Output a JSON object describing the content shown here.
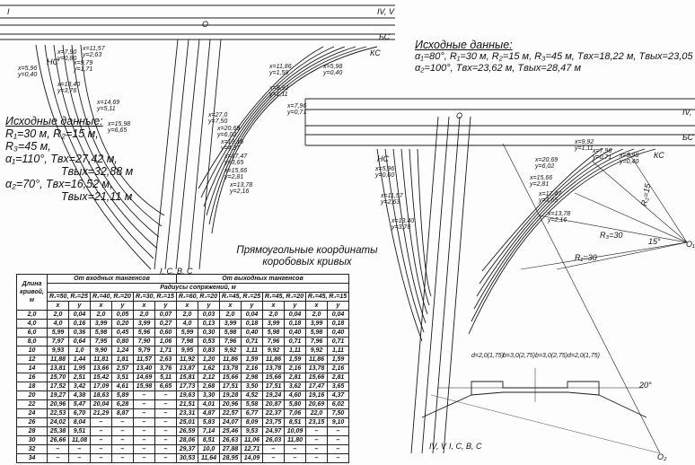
{
  "notes_left": {
    "heading": "Исходные данные:",
    "lines": [
      "R₁=30 м, R₂=15 м,",
      "R₃=45 м,",
      "α₁=110°, Tвх=27,42 м,",
      "Tвых=32,88 м",
      "α₂=70°, Tвх=16,52 м,",
      "Tвых=21,11 м"
    ]
  },
  "notes_right": {
    "heading": "Исходные данные:",
    "lines": [
      "α₁=80°, R₁=30 м, R₂=15 м, R₃=45 м, Tвх=18,22 м, Tвых=23,05 м",
      "α₂=100°, Tвх=23,62 м, Tвых=28,47 м"
    ]
  },
  "table_title": [
    "Прямоугольные координаты",
    "коробовых кривых"
  ],
  "table": {
    "first_col_header": "Длина кривой, м",
    "group_in": "От входных тангенсов",
    "group_out": "От выходных тангенсов",
    "radii_header": "Радиусы сопряжений, м",
    "radii": [
      "R₁=50, R₂=25",
      "R₁=40, R₂=20",
      "R₁=30, R₂=15",
      "R₃=60, R₄=20",
      "R₃=45, R₄=25",
      "R₃=45, R₄=20",
      "R₃=45, R₄=15"
    ],
    "xy": [
      "x",
      "y"
    ],
    "rows": [
      [
        "2,0",
        "2,0",
        "0,04",
        "2,0",
        "0,05",
        "2,0",
        "0,07",
        "2,0",
        "0,03",
        "2,0",
        "0,04",
        "2,0",
        "0,04",
        "2,0",
        "0,04"
      ],
      [
        "4,0",
        "4,0",
        "0,16",
        "3,99",
        "0,20",
        "3,99",
        "0,27",
        "4,0",
        "0,13",
        "3,99",
        "0,18",
        "3,99",
        "0,18",
        "3,99",
        "0,18"
      ],
      [
        "6,0",
        "5,99",
        "0,36",
        "5,98",
        "0,45",
        "5,96",
        "0,60",
        "5,99",
        "0,30",
        "5,98",
        "0,40",
        "5,98",
        "0,40",
        "5,98",
        "0,40"
      ],
      [
        "8,0",
        "7,97",
        "0,64",
        "7,95",
        "0,80",
        "7,90",
        "1,06",
        "7,98",
        "0,53",
        "7,96",
        "0,71",
        "7,96",
        "0,71",
        "7,96",
        "0,71"
      ],
      [
        "10",
        "9,93",
        "1,0",
        "9,90",
        "1,24",
        "9,79",
        "1,71",
        "9,95",
        "0,83",
        "9,92",
        "1,11",
        "9,92",
        "1,11",
        "9,92",
        "1,11"
      ],
      [
        "12",
        "11,88",
        "1,44",
        "11,81",
        "1,81",
        "11,57",
        "2,63",
        "11,92",
        "1,20",
        "11,86",
        "1,59",
        "11,86",
        "1,59",
        "11,86",
        "1,59"
      ],
      [
        "14",
        "13,81",
        "1,95",
        "13,66",
        "2,57",
        "13,40",
        "3,76",
        "13,87",
        "1,62",
        "13,78",
        "2,16",
        "13,78",
        "2,16",
        "13,78",
        "2,16"
      ],
      [
        "16",
        "15,70",
        "2,51",
        "15,42",
        "3,51",
        "14,69",
        "5,11",
        "15,81",
        "2,12",
        "15,66",
        "2,98",
        "15,66",
        "2,81",
        "15,66",
        "2,81"
      ],
      [
        "18",
        "17,52",
        "3,42",
        "17,09",
        "4,61",
        "15,98",
        "6,65",
        "17,73",
        "2,68",
        "17,51",
        "3,50",
        "17,51",
        "3,62",
        "17,47",
        "3,65"
      ],
      [
        "20",
        "19,27",
        "4,38",
        "18,63",
        "5,89",
        "–",
        "–",
        "19,63",
        "3,30",
        "19,28",
        "4,52",
        "19,24",
        "4,60",
        "19,16",
        "4,37"
      ],
      [
        "22",
        "20,96",
        "5,47",
        "20,04",
        "6,28",
        "–",
        "–",
        "21,51",
        "4,01",
        "20,96",
        "5,58",
        "20,87",
        "5,80",
        "20,69",
        "6,02"
      ],
      [
        "24",
        "22,53",
        "6,70",
        "21,29",
        "8,87",
        "–",
        "–",
        "23,31",
        "4,87",
        "22,57",
        "6,77",
        "22,37",
        "7,06",
        "22,0",
        "7,50"
      ],
      [
        "26",
        "24,02",
        "8,04",
        "–",
        "–",
        "–",
        "–",
        "25,01",
        "5,83",
        "24,07",
        "8,09",
        "23,75",
        "8,51",
        "23,15",
        "9,10"
      ],
      [
        "28",
        "25,38",
        "9,51",
        "–",
        "–",
        "–",
        "–",
        "26,59",
        "7,14",
        "25,46",
        "9,53",
        "24,97",
        "10,09",
        "–",
        "–"
      ],
      [
        "30",
        "26,66",
        "11,08",
        "–",
        "–",
        "–",
        "–",
        "28,06",
        "8,51",
        "26,63",
        "11,06",
        "26,03",
        "11,80",
        "–",
        "–"
      ],
      [
        "32",
        "–",
        "–",
        "–",
        "–",
        "–",
        "–",
        "29,37",
        "10,0",
        "27,88",
        "12,71",
        "–",
        "–",
        "–",
        "–"
      ],
      [
        "34",
        "–",
        "–",
        "–",
        "–",
        "–",
        "–",
        "30,53",
        "11,64",
        "28,95",
        "14,09",
        "–",
        "–",
        "–",
        "–"
      ]
    ]
  },
  "labels": {
    "left_top_road": "IV, V",
    "left_bc": "БС",
    "left_kc_right": "КС",
    "left_nc": "НС",
    "left_bottom_road": "I, C, B, C",
    "right_road": "IV, V",
    "right_bc": "БС",
    "right_kc": "КС",
    "right_nc": "НС",
    "right_bottom_road": "IV, V",
    "right_bottom_road2": "I, C, B, C",
    "o": "O",
    "o1": "O₁",
    "o2": "O₂",
    "r3": "R₃=30",
    "r1": "R₁=30",
    "r2": "R₂=15",
    "angle15": "15°",
    "angle20": "20°",
    "road_one": "I"
  },
  "profile_labels": [
    "d=2,0(1,75)",
    "b=3,0(2,75)",
    "b=3,0(2,75)",
    "d=2,0(1,75)"
  ],
  "curve_coords_left": [
    "x=5,96 y=0,40",
    "x=7,90 y=0,80",
    "x=9,79 y=1,71",
    "x=11,57 y=2,63",
    "x=13,40 y=3,76",
    "x=14,69 y=5,11",
    "x=15,98 y=6,65",
    "x=27,0 y=7,50",
    "x=20,69 y=6,02",
    "x=19,16 y=4,37",
    "x=17,47 y=3,65",
    "x=15,66 y=2,81",
    "x=13,78 y=2,16",
    "x=11,86 y=1,59",
    "x=9,92 y=1,11",
    "x=7,96 y=0,71",
    "x=5,98 y=0,40"
  ],
  "curve_coords_right": [
    "x=5,96 y=0,60",
    "x=11,57 y=2,63",
    "x=13,40 y=3,76",
    "x=15,66 y=2,81",
    "x=17,47 y=3,65",
    "x=13,78 y=2,16",
    "x=9,92 y=1,11",
    "x=7,96 y=0,71",
    "x=5,98 y=0,40",
    "x=20,69 y=6,02"
  ]
}
